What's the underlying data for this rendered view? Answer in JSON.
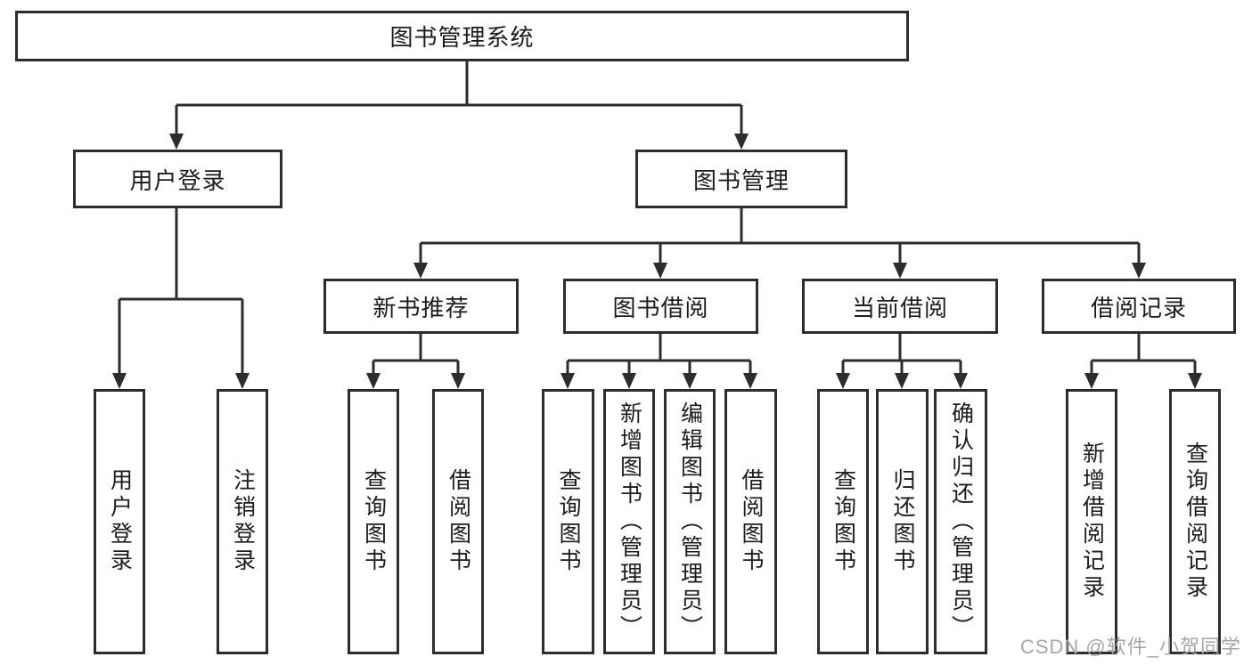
{
  "tree": {
    "root": {
      "label": "图书管理系统"
    },
    "branches": [
      {
        "label": "用户登录",
        "leaves": [
          {
            "label": "用户登录"
          },
          {
            "label": "注销登录"
          }
        ]
      },
      {
        "label": "图书管理",
        "groups": [
          {
            "label": "新书推荐",
            "leaves": [
              {
                "label": "查询图书"
              },
              {
                "label": "借阅图书"
              }
            ]
          },
          {
            "label": "图书借阅",
            "leaves": [
              {
                "label": "查询图书"
              },
              {
                "label": "新增图书（管理员）"
              },
              {
                "label": "编辑图书（管理员）"
              },
              {
                "label": "借阅图书"
              }
            ]
          },
          {
            "label": "当前借阅",
            "leaves": [
              {
                "label": "查询图书"
              },
              {
                "label": "归还图书"
              },
              {
                "label": "确认归还（管理员）"
              }
            ]
          },
          {
            "label": "借阅记录",
            "leaves": [
              {
                "label": "新增借阅记录"
              },
              {
                "label": "查询借阅记录"
              }
            ]
          }
        ]
      }
    ]
  },
  "watermark": {
    "text": "CSDN @软件_小贺同学"
  },
  "colors": {
    "line": "#2d2d2d",
    "box_border": "#2d2d2d",
    "background": "#ffffff",
    "text": "#1c1c1c",
    "watermark": "#a6a6a6"
  }
}
